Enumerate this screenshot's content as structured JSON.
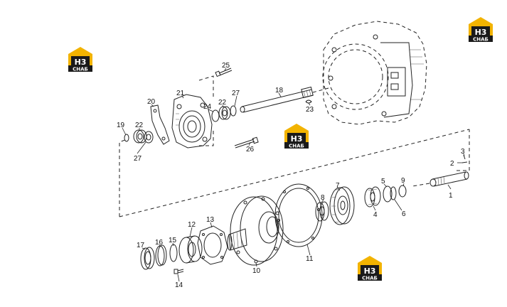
{
  "callouts": [
    "1",
    "2",
    "3",
    "4",
    "5",
    "6",
    "7",
    "8",
    "9",
    "10",
    "11",
    "12",
    "13",
    "14",
    "15",
    "16",
    "17",
    "18",
    "19",
    "20",
    "21",
    "22",
    "22",
    "23",
    "24",
    "25",
    "26",
    "27",
    "27"
  ],
  "watermark": {
    "top_text": "H3",
    "bottom_text": "CHAБ",
    "colors": {
      "yellow": "#f2b300",
      "dark": "#1a1a1a",
      "white": "#ffffff"
    }
  },
  "colors": {
    "line": "#222222",
    "background": "#ffffff"
  }
}
